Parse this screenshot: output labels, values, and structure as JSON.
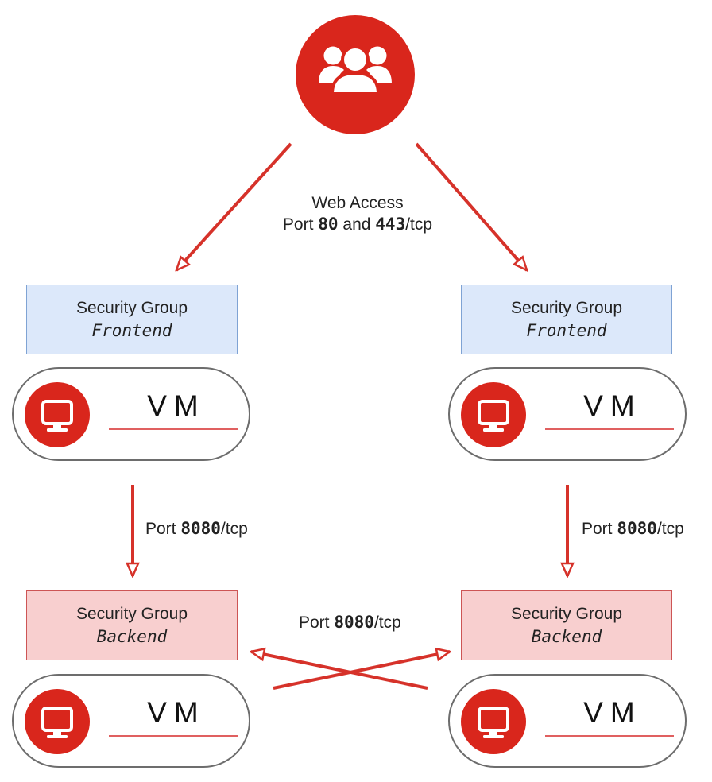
{
  "colors": {
    "accent_red": "#d9261c",
    "arrow_red": "#d6322a",
    "frontend_fill": "#dce8fa",
    "frontend_border": "#7fa3d4",
    "backend_fill": "#f8cfcf",
    "backend_border": "#cd5555",
    "vm_border": "#6d6d6d"
  },
  "icons": {
    "users": "users-icon",
    "vm": "monitor-icon"
  },
  "web_access": {
    "line1": "Web Access",
    "line2_prefix": "Port ",
    "port_a": "80",
    "and_text": " and ",
    "port_b": "443",
    "suffix": "/tcp"
  },
  "security_groups": {
    "title": "Security Group",
    "frontend_name": "Frontend",
    "backend_name": "Backend"
  },
  "vm": {
    "label": "VM"
  },
  "port_8080": {
    "prefix": "Port ",
    "port": "8080",
    "suffix": "/tcp"
  }
}
